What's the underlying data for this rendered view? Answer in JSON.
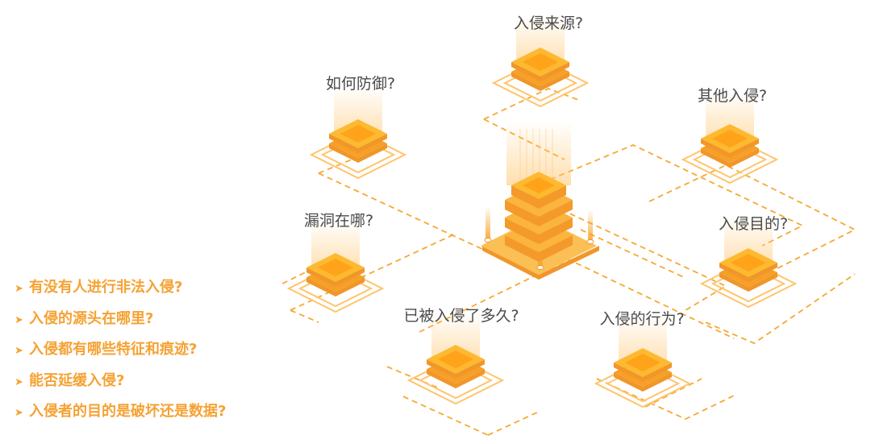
{
  "colors": {
    "accent": "#f5a233",
    "tile_top": "#fdb930",
    "tile_inner": "#ffa31a",
    "tile_side": "#f6a126",
    "outline": "#ffc46b",
    "label_text": "#4a4a4a"
  },
  "diagram": {
    "center_node": {
      "name": "server-stack-icon"
    },
    "nodes": [
      {
        "id": "source",
        "label": "入侵来源?"
      },
      {
        "id": "defense",
        "label": "如何防御?"
      },
      {
        "id": "other",
        "label": "其他入侵?"
      },
      {
        "id": "vuln",
        "label": "漏洞在哪?"
      },
      {
        "id": "purpose",
        "label": "入侵目的?"
      },
      {
        "id": "duration",
        "label": "已被入侵了多久?"
      },
      {
        "id": "behavior",
        "label": "入侵的行为?"
      }
    ]
  },
  "questions": {
    "bullet_icon": "chevron-right-icon",
    "items": [
      "有没有人进行非法入侵?",
      "入侵的源头在哪里?",
      "入侵都有哪些特征和痕迹?",
      "能否延缓入侵?",
      "入侵者的目的是破坏还是数据?"
    ]
  }
}
